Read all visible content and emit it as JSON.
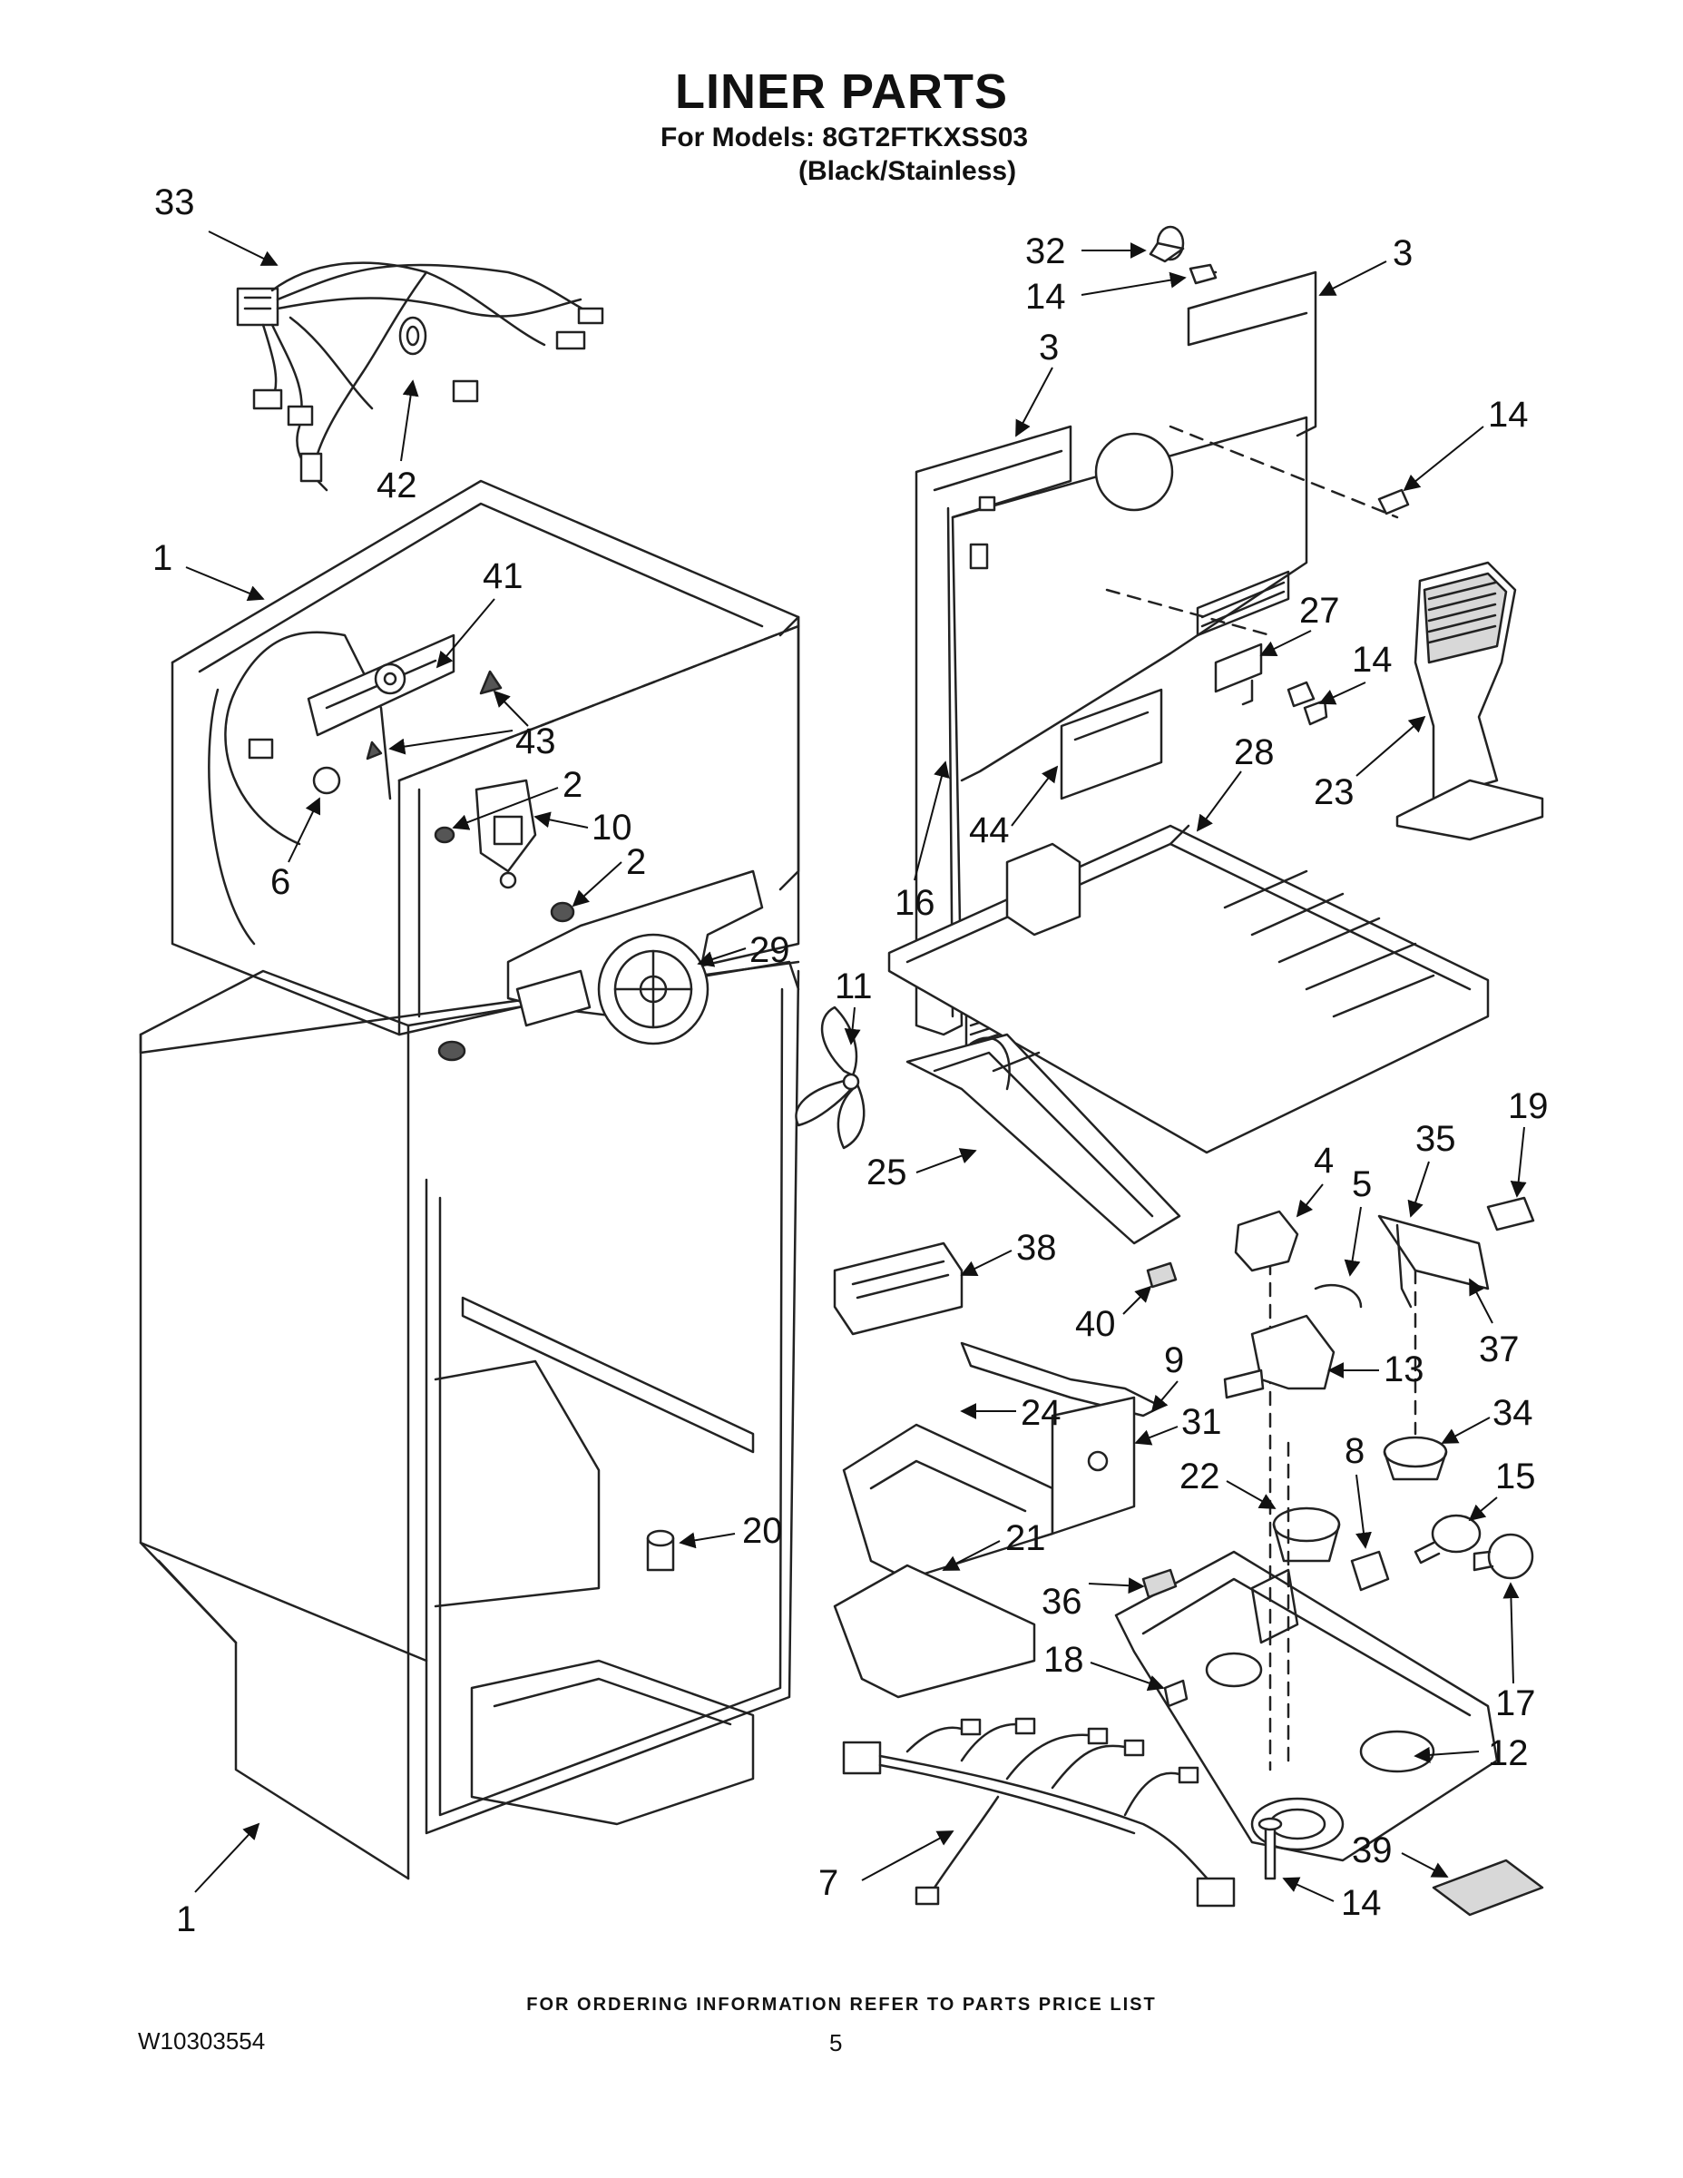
{
  "header": {
    "title": "LINER PARTS",
    "models_line": "For Models: 8GT2FTKXSS03",
    "color_line": "(Black/Stainless)"
  },
  "callouts": [
    "33",
    "42",
    "1",
    "41",
    "43",
    "2",
    "10",
    "2",
    "6",
    "29",
    "11",
    "32",
    "14",
    "3",
    "3",
    "14",
    "27",
    "14",
    "23",
    "44",
    "16",
    "28",
    "25",
    "38",
    "40",
    "9",
    "24",
    "31",
    "20",
    "21",
    "36",
    "18",
    "7",
    "1",
    "4",
    "5",
    "35",
    "19",
    "37",
    "13",
    "34",
    "22",
    "8",
    "15",
    "17",
    "12",
    "14",
    "39"
  ],
  "footer": {
    "ordering_note": "FOR ORDERING INFORMATION REFER TO PARTS PRICE LIST",
    "doc_number": "W10303554",
    "page_number": "5"
  }
}
